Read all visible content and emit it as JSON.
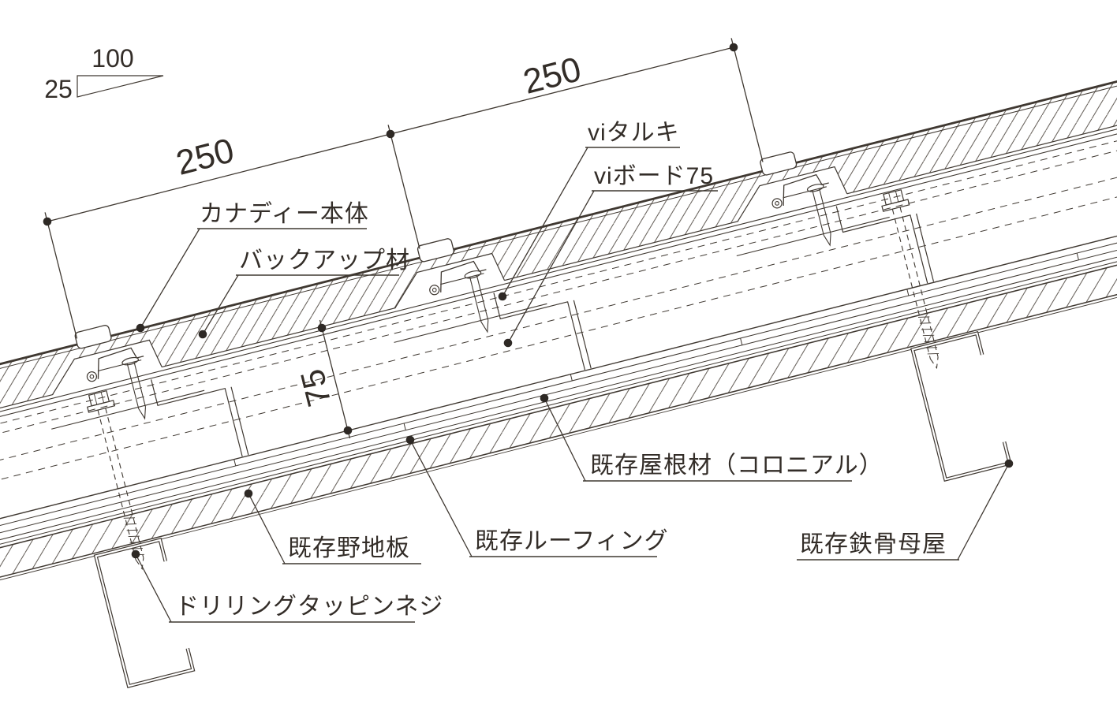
{
  "drawing": {
    "type": "roof-retrofit-section-detail",
    "slope_indicator": {
      "run": "100",
      "rise": "25"
    },
    "dimensions": {
      "pitch_left": "250",
      "pitch_right": "250",
      "board_thickness": "75"
    },
    "labels": {
      "panel": "カナディー本体",
      "backup": "バックアップ材",
      "taruki": "viタルキ",
      "board": "viボード75",
      "existing_roof_material": "既存屋根材（コロニアル）",
      "existing_sheathing": "既存野地板",
      "existing_roofing": "既存ルーフィング",
      "existing_purlin": "既存鉄骨母屋",
      "screw": "ドリリングタッピンネジ"
    },
    "colors": {
      "line": "#3f3831",
      "text": "#332d28",
      "background": "#ffffff"
    }
  }
}
